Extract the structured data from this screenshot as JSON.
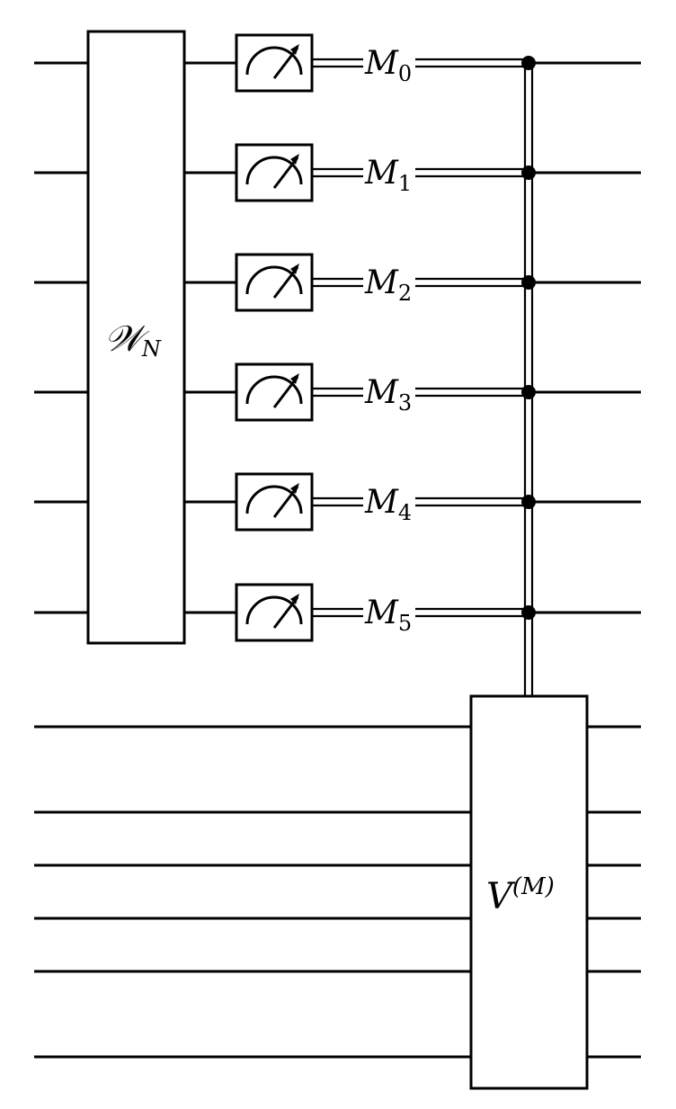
{
  "gates": {
    "w_gate": {
      "label": "𝒲",
      "subscript": "N"
    },
    "v_gate": {
      "label": "V",
      "superscript": "(M)"
    }
  },
  "measurement_labels": [
    {
      "symbol": "M",
      "index": "0"
    },
    {
      "symbol": "M",
      "index": "1"
    },
    {
      "symbol": "M",
      "index": "2"
    },
    {
      "symbol": "M",
      "index": "3"
    },
    {
      "symbol": "M",
      "index": "4"
    },
    {
      "symbol": "M",
      "index": "5"
    }
  ],
  "icons": {
    "meter": "measurement-meter-icon",
    "control_dot": "control-dot-icon"
  },
  "colors": {
    "stroke": "#000000",
    "background": "#ffffff"
  }
}
